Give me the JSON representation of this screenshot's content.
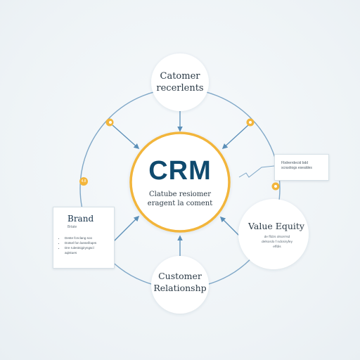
{
  "diagram": {
    "center": {
      "title": "CRM",
      "subtitle_line1": "Clatube resiomer",
      "subtitle_line2": "eragent la coment"
    },
    "top_node": {
      "line1": "Catomer",
      "line2": "recerlents"
    },
    "bottom_node": {
      "line1": "Customer",
      "line2": "Relationshp"
    },
    "right_node": {
      "label": "Value Equity",
      "notes": [
        "de ffdzs olsorrrsd",
        "delsordo f ndcsiryfey",
        "effdis"
      ]
    },
    "brand_card": {
      "title": "Brand",
      "subtitle": "Brtate",
      "items": [
        "Deste fcnclang soo",
        "Dotsel fon lanseifoqes",
        "Dre rulestnigiryngscl",
        "aqistues"
      ]
    },
    "callout_card": {
      "lines": [
        "Fbdrerrdecid bdd",
        "scraxtiogs esealdes"
      ]
    },
    "badges": {
      "left": "4.8"
    },
    "colors": {
      "accent_ring": "#f2b53a",
      "crm_title": "#0f4a6e",
      "connector": "#5b8fb8",
      "node_fill": "#ffffff"
    }
  }
}
